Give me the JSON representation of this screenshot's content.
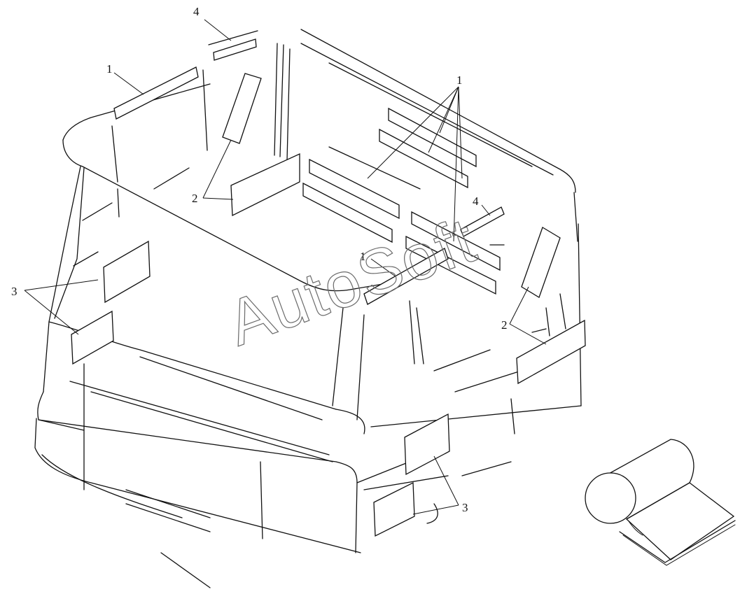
{
  "watermark": "AutoSoft",
  "callouts": {
    "c1a": "1",
    "c1b": "1",
    "c1c": "1",
    "c2a": "2",
    "c2b": "2",
    "c3a": "3",
    "c3b": "3",
    "c4a": "4",
    "c4b": "4"
  }
}
